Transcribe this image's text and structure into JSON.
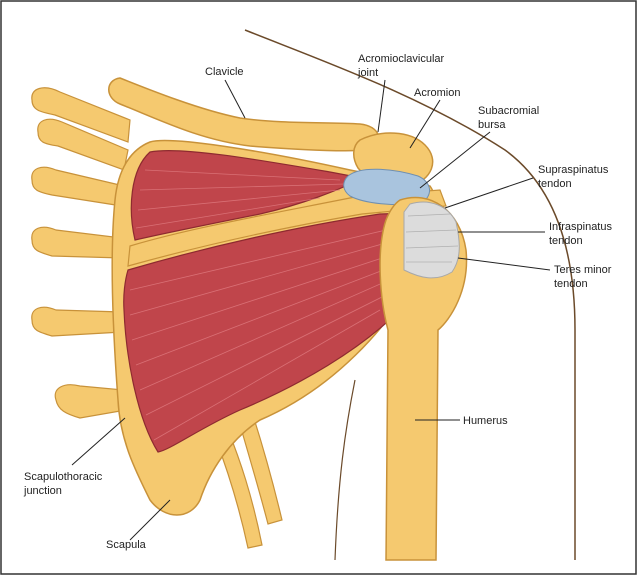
{
  "colors": {
    "bone": "#f5c96f",
    "bone_dark": "#d9a444",
    "muscle": "#c0454b",
    "muscle_dark": "#8e2a30",
    "muscle_line": "#e07b80",
    "tendon": "#dcdcdc",
    "bursa": "#a9c4de",
    "outline": "#3a2a1a"
  },
  "labels": {
    "clavicle": "Clavicle",
    "acj_line1": "Acromioclavicular",
    "acj_line2": "joint",
    "acromion": "Acromion",
    "bursa_line1": "Subacromial",
    "bursa_line2": "bursa",
    "supra_line1": "Supraspinatus",
    "supra_line2": "tendon",
    "infra_line1": "Infraspinatus",
    "infra_line2": "tendon",
    "teres_line1": "Teres minor",
    "teres_line2": "tendon",
    "humerus": "Humerus",
    "stj_line1": "Scapulothoracic",
    "stj_line2": "junction",
    "scapula": "Scapula"
  }
}
